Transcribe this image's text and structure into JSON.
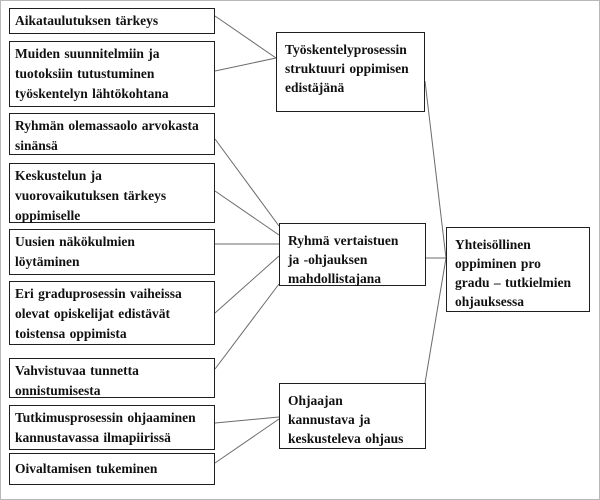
{
  "colors": {
    "background": "#ffffff",
    "box_border": "#1f1f1f",
    "connector": "#6b6b6b",
    "text": "#111111",
    "page_border": "#b8b8b8"
  },
  "boxes": {
    "left": [
      {
        "id": "left-1",
        "lines": [
          "Aikataulutuksen tärkeys"
        ]
      },
      {
        "id": "left-2",
        "lines": [
          "Muiden suunnitelmiin ja",
          "tuotoksiin tutustuminen",
          "työskentelyn lähtökohtana"
        ]
      },
      {
        "id": "left-3",
        "lines": [
          "Ryhmän olemassaolo arvokasta",
          "sinänsä"
        ]
      },
      {
        "id": "left-4",
        "lines": [
          "Keskustelun ja",
          "vuorovaikutuksen tärkeys",
          "oppimiselle"
        ]
      },
      {
        "id": "left-5",
        "lines": [
          "Uusien näkökulmien",
          "löytäminen"
        ]
      },
      {
        "id": "left-6",
        "lines": [
          "Eri graduprosessin vaiheissa",
          "olevat opiskelijat edistävät",
          "toistensa oppimista"
        ]
      },
      {
        "id": "left-7",
        "lines": [
          "Vahvistuvaa tunnetta",
          "onnistumisesta"
        ]
      },
      {
        "id": "left-8",
        "lines": [
          "Tutkimusprosessin ohjaaminen",
          "kannustavassa ilmapiirissä"
        ]
      },
      {
        "id": "left-9",
        "lines": [
          "Oivaltamisen tukeminen"
        ]
      }
    ],
    "middle": [
      {
        "id": "middle-1",
        "lines": [
          "Työskentelyprosessin",
          "struktuuri oppimisen",
          "edistäjänä"
        ]
      },
      {
        "id": "middle-2",
        "lines": [
          "Ryhmä vertaistuen",
          "ja -ohjauksen",
          "mahdollistajana"
        ]
      },
      {
        "id": "middle-3",
        "lines": [
          "Ohjaajan",
          "kannustava ja",
          "keskusteleva ohjaus"
        ]
      }
    ],
    "right": [
      {
        "id": "right-1",
        "lines": [
          "Yhteisöllinen",
          "oppiminen pro",
          "gradu – tutkielmien",
          "ohjauksessa"
        ]
      }
    ]
  },
  "connections": [
    {
      "from": "left-1",
      "to": "middle-1"
    },
    {
      "from": "left-2",
      "to": "middle-1"
    },
    {
      "from": "left-3",
      "to": "middle-2"
    },
    {
      "from": "left-4",
      "to": "middle-2"
    },
    {
      "from": "left-5",
      "to": "middle-2"
    },
    {
      "from": "left-6",
      "to": "middle-2"
    },
    {
      "from": "left-7",
      "to": "middle-2"
    },
    {
      "from": "left-8",
      "to": "middle-3"
    },
    {
      "from": "left-9",
      "to": "middle-3"
    },
    {
      "from": "middle-1",
      "to": "right-1"
    },
    {
      "from": "middle-2",
      "to": "right-1"
    },
    {
      "from": "middle-3",
      "to": "right-1"
    }
  ]
}
